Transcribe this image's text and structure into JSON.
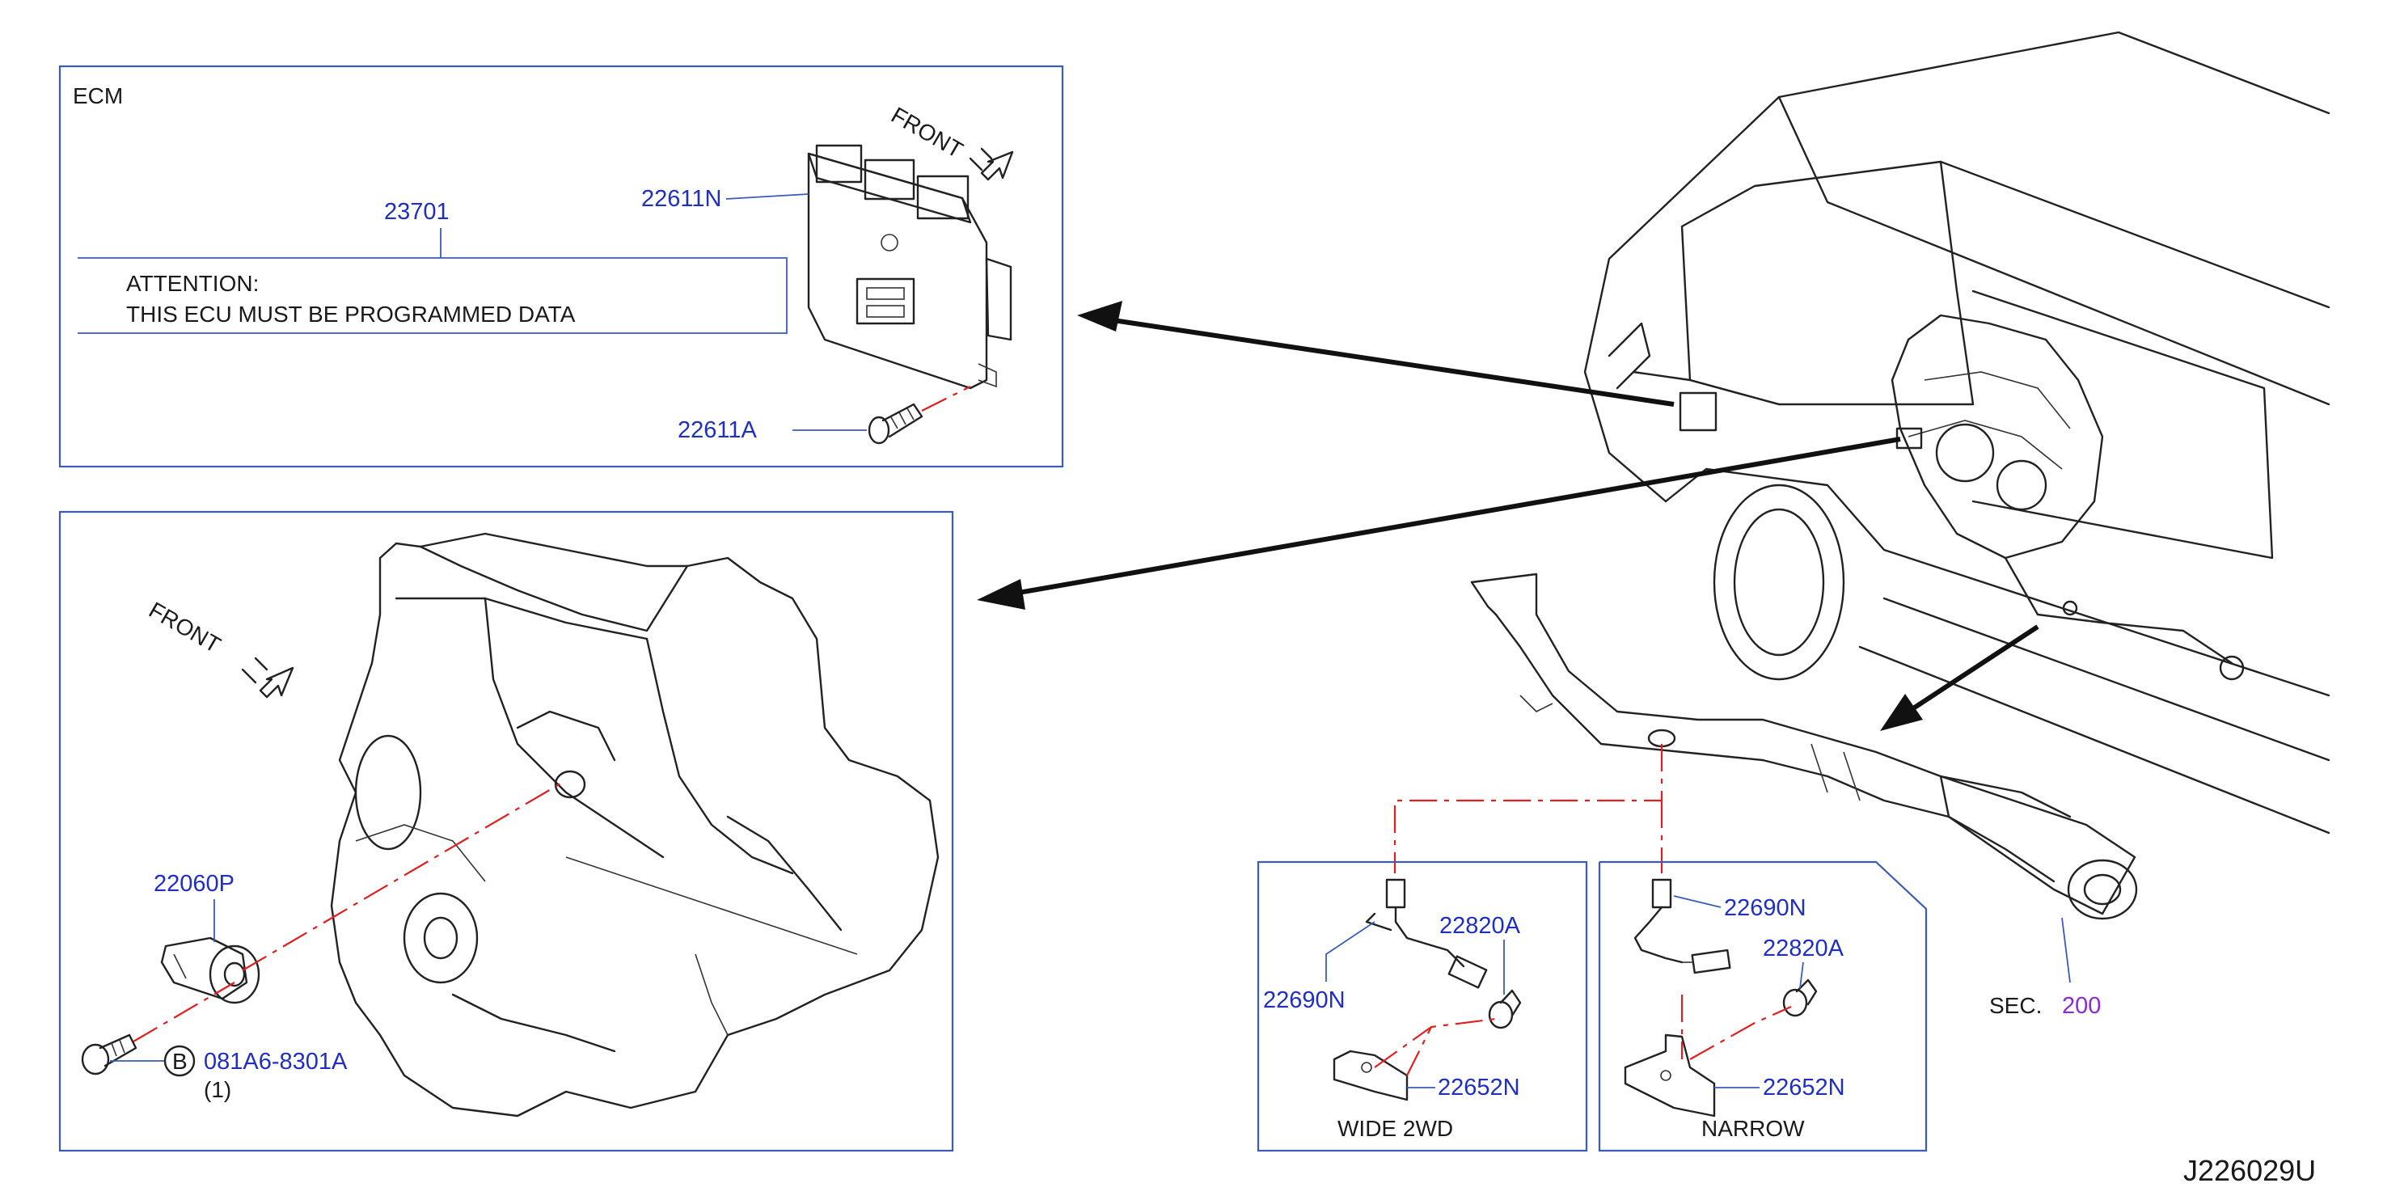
{
  "ecm_panel": {
    "title": "ECM",
    "front_label": "FRONT",
    "attention_line1": "ATTENTION:",
    "attention_line2": "THIS   ECU   MUST   BE   PROGRAMMED   DATA",
    "parts": {
      "ecm_label": "23701",
      "ecm_unit": "22611N",
      "screw": "22611A"
    }
  },
  "engine_panel": {
    "front_label": "FRONT",
    "parts": {
      "knock_sensor": "22060P",
      "bolt_ref": "B",
      "bolt": "081A6-8301A",
      "bolt_qty": "(1)"
    }
  },
  "wide_panel": {
    "caption": "WIDE   2WD",
    "parts": {
      "sensor": "22690N",
      "bolt": "22820A",
      "bracket": "22652N"
    }
  },
  "narrow_panel": {
    "caption": "NARROW",
    "parts": {
      "sensor": "22690N",
      "bolt": "22820A",
      "bracket": "22652N"
    }
  },
  "exhaust": {
    "sec_label": "SEC.",
    "sec_number": "200"
  },
  "diagram_id": "J226029U",
  "colors": {
    "frame": "#3a5bb8",
    "part_number": "#1f2fbf",
    "section_ref": "#8a2bd6",
    "centerline": "#e02020"
  }
}
